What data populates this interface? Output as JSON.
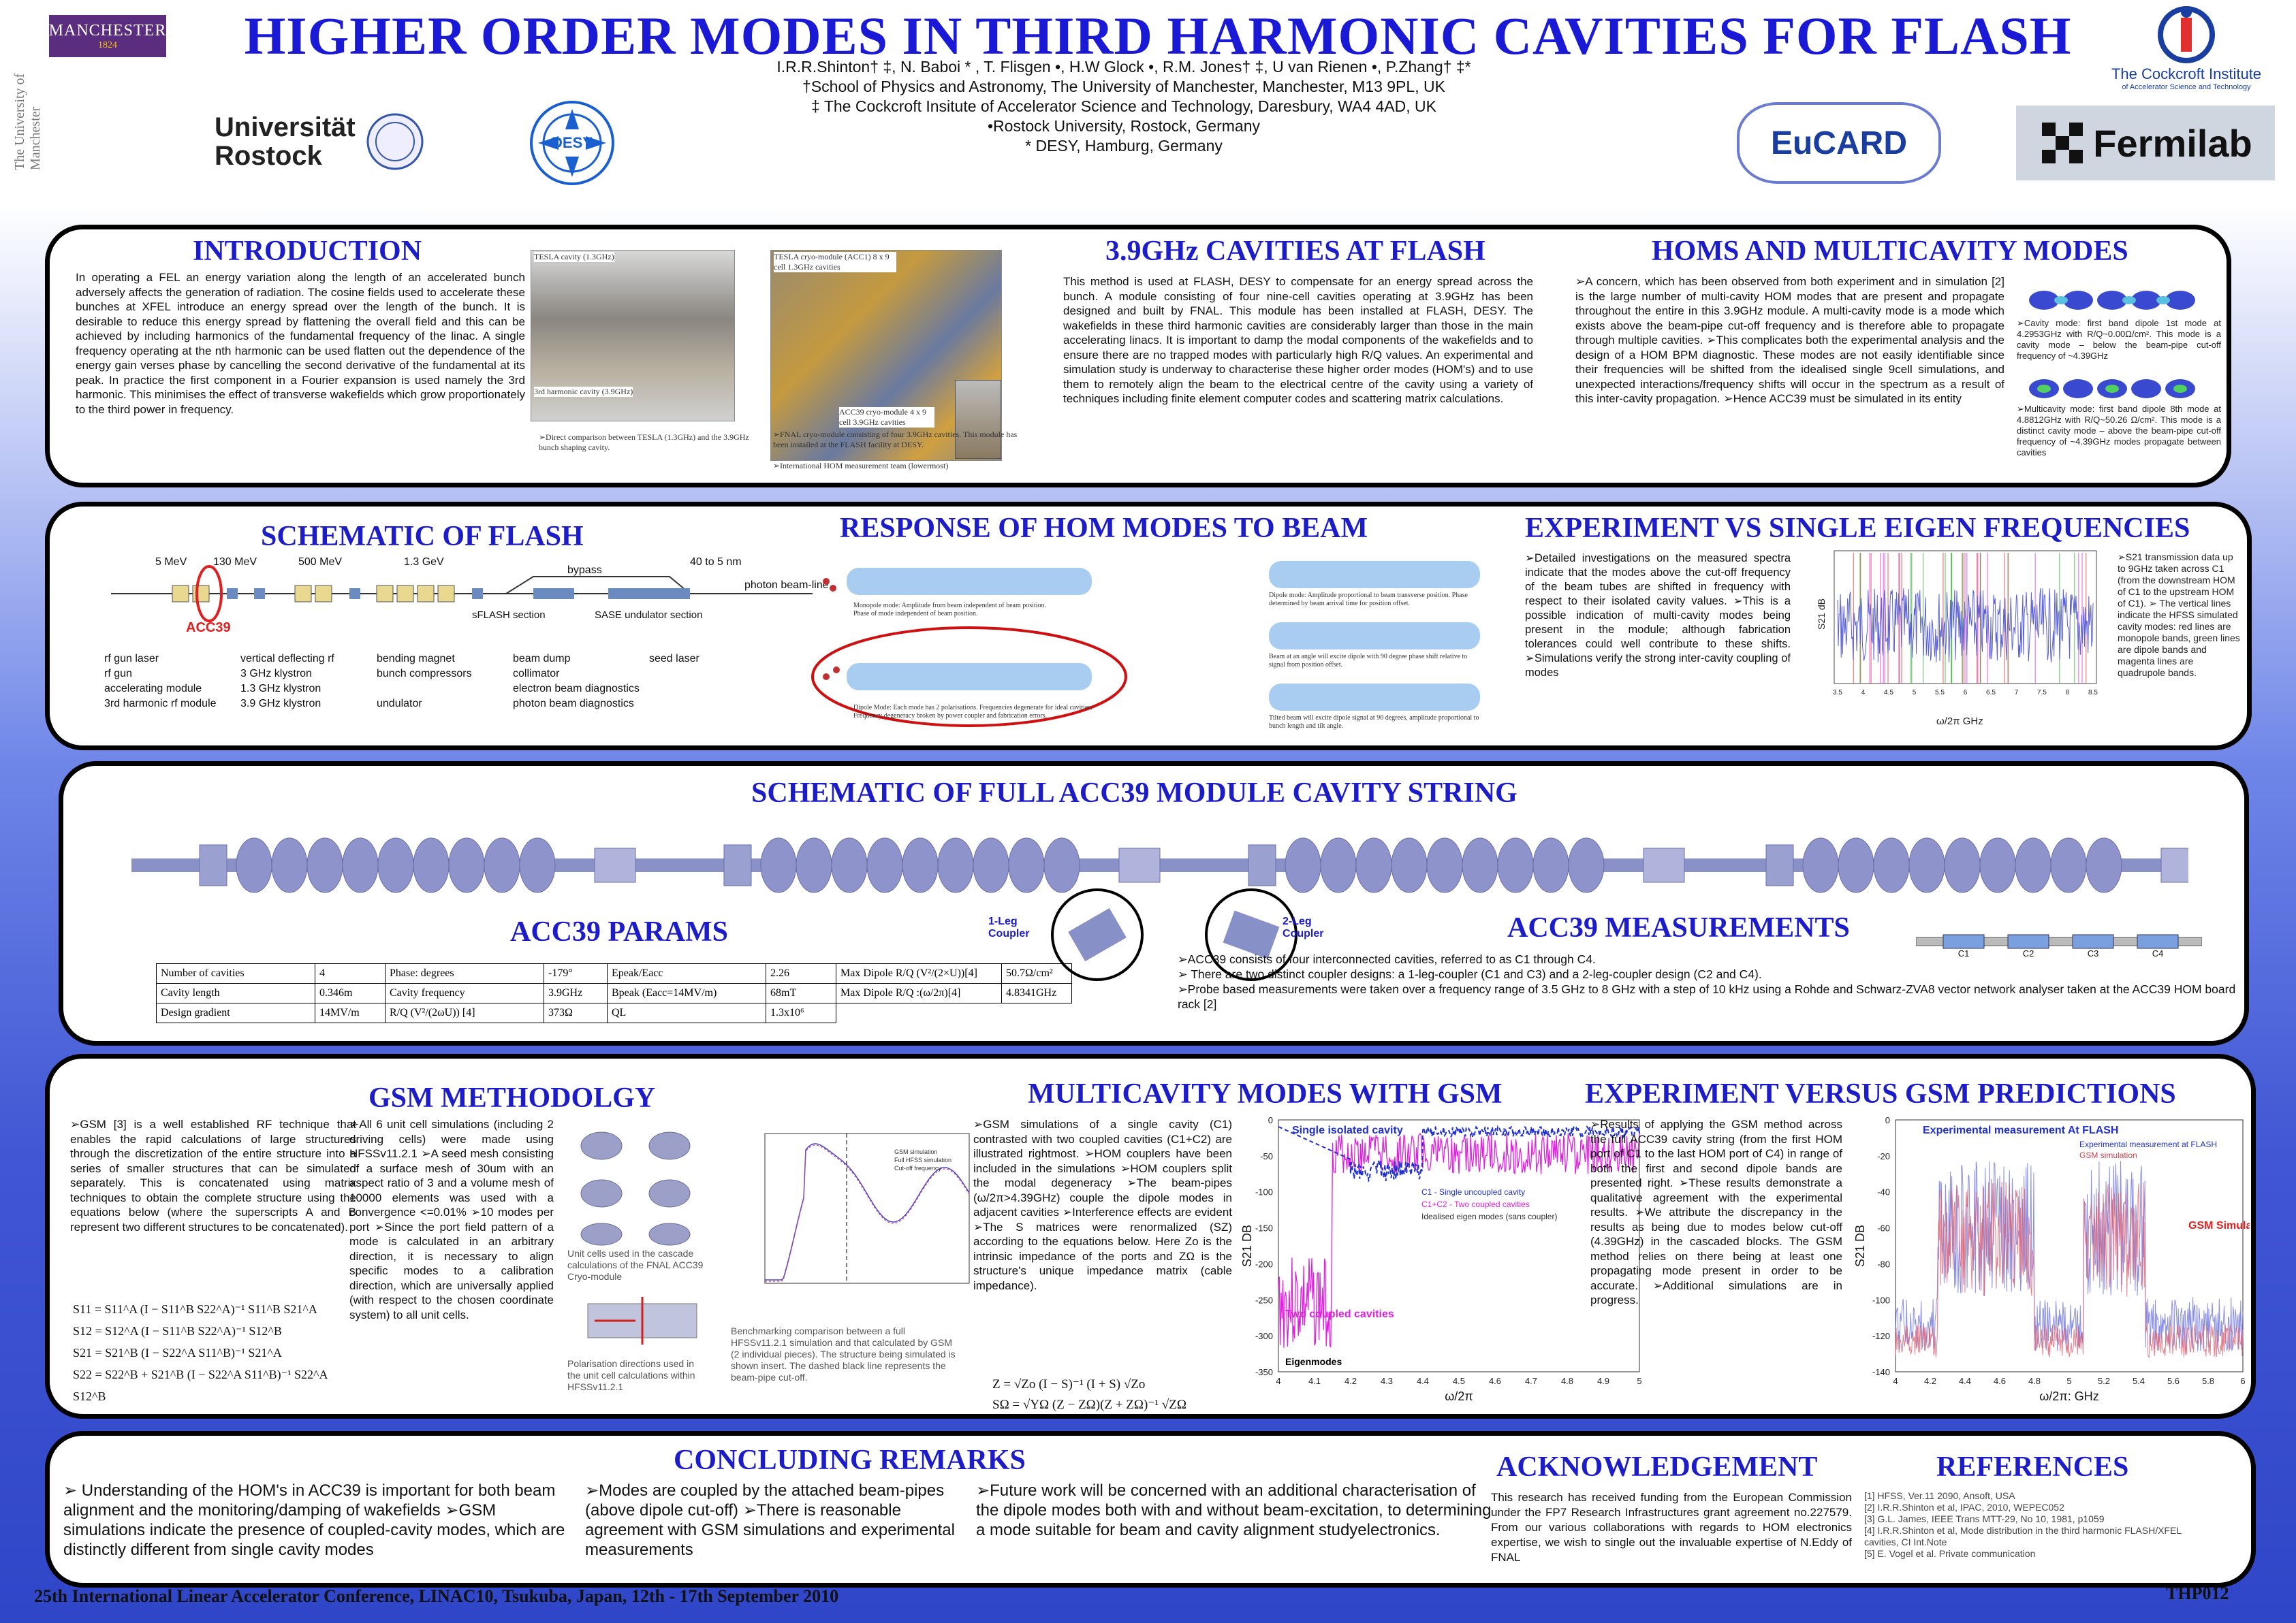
{
  "header": {
    "title": "HIGHER ORDER MODES IN THIRD HARMONIC CAVITIES FOR FLASH",
    "authors": "I.R.R.Shinton† ‡, N. Baboi * , T. Flisgen •, H.W Glock •, R.M. Jones† ‡, U van Rienen •, P.Zhang† ‡*",
    "aff1": "†School of Physics and Astronomy, The University of Manchester, Manchester, M13 9PL, UK",
    "aff2": "‡ The Cockcroft Insitute of Accelerator Science and Technology, Daresbury, WA4 4AD, UK",
    "aff3": "•Rostock University, Rostock, Germany",
    "aff4": "* DESY, Hamburg, Germany",
    "logos": {
      "manchester": "MANCHESTER",
      "manchester_year": "1824",
      "manchester_side": "The University of Manchester",
      "rostock": "Universität Rostock",
      "desy": "DESY",
      "cockcroft": "The Cockcroft Institute",
      "cockcroft_sub": "of Accelerator Science and Technology",
      "eucard": "EuCARD",
      "fermilab": "Fermilab"
    }
  },
  "intro": {
    "heading": "INTRODUCTION",
    "text": "In operating a FEL an energy variation along the length of an accelerated bunch adversely affects the generation of radiation. The cosine fields used to accelerate these bunches at XFEL introduce an energy spread over the length of the bunch. It is desirable to reduce this energy spread by flattening the overall field and this can be achieved by including harmonics of the fundamental frequency of the linac. A single frequency operating at the nth harmonic can be used flatten out the dependence of the energy gain verses phase by cancelling the second derivative of the fundamental at its peak. In practice the first component in a Fourier expansion is used namely the 3rd harmonic. This minimises the effect of transverse wakefields which grow proportionately to the third power in frequency.",
    "photo1_label": "TESLA cavity (1.3GHz)",
    "photo1_label2": "3rd harmonic cavity (3.9GHz)",
    "photo1_caption": "➢Direct comparison between TESLA (1.3GHz) and the 3.9GHz bunch shaping cavity.",
    "photo2_label": "TESLA cryo-module (ACC1) 8 x 9 cell 1.3GHz cavities",
    "photo2_label2": "ACC39 cryo-module 4 x 9 cell 3.9GHz cavities",
    "photo2_caption": "➢FNAL cryo-module consisting of four 3.9GHz cavities. This module has been installed at the FLASH facility at DESY.",
    "photo2_caption2": "➢International HOM measurement team (lowermost)"
  },
  "cav39": {
    "heading": "3.9GHz CAVITIES AT FLASH",
    "text": "This method is used at FLASH, DESY to compensate for an energy spread across the bunch. A module consisting of four nine-cell cavities operating at 3.9GHz has been designed and built by FNAL. This module has been installed at FLASH, DESY. The wakefields in these third harmonic cavities are considerably larger than those in the main accelerating linacs. It is important to damp the modal components of the wakefields and to ensure there are no trapped modes with particularly high R/Q values. An experimental and simulation study is underway to characterise these higher order modes (HOM's) and to use them to remotely align the beam to the electrical centre of the cavity using a variety of techniques including finite element computer codes and scattering matrix calculations."
  },
  "homs": {
    "heading": "HOMS AND MULTICAVITY MODES",
    "text": "➢A concern, which has been observed from both experiment and in simulation [2] is the large number of multi-cavity HOM modes that are present and propagate throughout the entire in this 3.9GHz module. A multi-cavity mode is a mode which exists above the beam-pipe cut-off frequency and is therefore able to propagate through multiple cavities. ➢This complicates both the experimental analysis and the design of a HOM BPM diagnostic. These modes are not easily identifiable since their frequencies will be shifted from the idealised single 9cell simulations, and unexpected interactions/frequency shifts will occur in the spectrum as a result of this inter-cavity propagation. ➢Hence ACC39 must be simulated in its entity",
    "cap1": "➢Cavity mode: first band dipole 1st mode at 4.2953GHz with R/Q~0.00Ω/cm². This mode is a cavity mode – below the beam-pipe cut-off frequency of ~4.39GHz",
    "cap2": "➢Multicavity mode: first band dipole 8th mode at 4.8812GHz with R/Q~50.26 Ω/cm². This mode is a distinct cavity mode – above the beam-pipe cut-off frequency of ~4.39GHz modes propagate between cavities"
  },
  "schematic": {
    "heading": "SCHEMATIC OF FLASH",
    "energies": [
      "5 MeV",
      "130 MeV",
      "500 MeV",
      "1.3 GeV",
      "40 to 5 nm"
    ],
    "labels": {
      "bypass": "bypass",
      "sflash": "sFLASH section",
      "sase": "SASE undulator section",
      "photon": "photon beam-line",
      "acc39": "ACC39"
    },
    "legend": [
      "rf gun laser",
      "vertical deflecting rf",
      "bending magnet",
      "beam dump",
      "seed laser",
      "rf gun",
      "3 GHz klystron",
      "bunch compressors",
      "collimator",
      "",
      "accelerating module",
      "1.3 GHz klystron",
      "",
      "electron beam diagnostics",
      "",
      "3rd harmonic rf module",
      "3.9 GHz klystron",
      "undulator",
      "photon beam diagnostics",
      ""
    ]
  },
  "response": {
    "heading": "RESPONSE OF HOM MODES TO BEAM",
    "notes": [
      "Monopole mode: Amplitude from beam independent of beam position. Phase of mode independent of beam position.",
      "Dipole Mode: Each mode has 2 polarisations. Frequencies degenerate for ideal cavities. Frequency degeneracy broken by power coupler and fabrication errors.",
      "Dipole mode: Amplitude proportional to beam transverse position. Phase determined by beam arrival time for position offset.",
      "Beam at an angle will excite dipole with 90 degree phase shift relative to signal from position offset.",
      "Tilted beam will excite dipole signal at 90 degrees, amplitude proportional to bunch length and tilt angle."
    ]
  },
  "expeigen": {
    "heading": "EXPERIMENT VS SINGLE EIGEN FREQUENCIES",
    "text": "➢Detailed investigations on the measured spectra indicate that the modes above the cut-off frequency of the beam tubes are shifted in frequency with respect to their isolated cavity values. ➢This is a possible indication of multi-cavity modes being present in the module; although fabrication tolerances could well contribute to these shifts. ➢Simulations verify the strong inter-cavity coupling of modes",
    "caption": "➢S21 transmission data up to 9GHz taken across C1 (from the downstream HOM of C1 to the upstream HOM of C1). ➢ The vertical lines indicate the HFSS simulated cavity modes: red lines are monopole bands, green lines are dipole bands and magenta lines are quadrupole bands.",
    "xlabel": "ω/2π GHz",
    "ylabel": "S21 dB",
    "xticks": [
      "3.5",
      "4",
      "4.5",
      "5",
      "5.5",
      "6",
      "6.5",
      "7",
      "7.5",
      "8",
      "8.5"
    ]
  },
  "string": {
    "heading": "SCHEMATIC OF FULL ACC39 MODULE CAVITY STRING",
    "coupler1": "1-Leg Coupler",
    "coupler2": "2-Leg Coupler"
  },
  "params": {
    "heading": "ACC39 PARAMS",
    "rows": [
      [
        "Number of cavities",
        "4",
        "Phase: degrees",
        "-179°",
        "Epeak/Eacc",
        "2.26",
        "Max Dipole R/Q (V²/(2×U))[4]",
        "50.7Ω/cm²"
      ],
      [
        "Cavity length",
        "0.346m",
        "Cavity frequency",
        "3.9GHz",
        "Bpeak (Eacc=14MV/m)",
        "68mT",
        "Max Dipole R/Q :(ω/2π)[4]",
        "4.8341GHz"
      ],
      [
        "Design gradient",
        "14MV/m",
        "R/Q (V²/(2ωU)) [4]",
        "373Ω",
        "QL",
        "1.3x10⁶",
        "",
        ""
      ]
    ]
  },
  "meas": {
    "heading": "ACC39 MEASUREMENTS",
    "b1": "➢ACC39 consists of four interconnected cavities, referred to as C1 through C4.",
    "b2": "➢ There are two distinct coupler designs: a 1-leg-coupler (C1 and C3) and a 2-leg-coupler design (C2 and C4).",
    "b3": "➢Probe based measurements were taken over a frequency range of 3.5 GHz to 8 GHz with a step of 10 kHz using a Rohde and Schwarz-ZVA8 vector network analyser taken at the ACC39 HOM board rack [2]",
    "cavs": [
      "C1",
      "C2",
      "C3",
      "C4"
    ]
  },
  "gsm": {
    "heading": "GSM METHODOLGY",
    "col1": "➢GSM [3] is a well established RF technique that enables the rapid calculations of large structures through the discretization of the entire structure into a series of smaller structures that can be simulated separately. This is concatenated using matrix techniques to obtain the complete structure using the equations below (where the superscripts A and B represent two different structures to be concatenated).",
    "eqs": [
      "S11 = S11^A (I − S11^B S22^A)⁻¹ S11^B S21^A",
      "S12 = S12^A (I − S11^B S22^A)⁻¹ S12^B",
      "S21 = S21^B (I − S22^A S11^B)⁻¹ S21^A",
      "S22 = S22^B + S21^B (I − S22^A S11^B)⁻¹ S22^A S12^B"
    ],
    "col2": "➢All 6 unit cell simulations (including 2 driving cells) were made using HFSSv11.2.1 ➢A seed mesh consisting of a surface mesh of 30um with an aspect ratio of 3 and a volume mesh of 10000 elements was used with a convergence <=0.01% ➢10 modes per port ➢Since the port field pattern of a mode is calculated in an arbitrary direction, it is necessary to align specific modes to a calibration direction, which are universally applied (with respect to the chosen coordinate system) to all unit cells.",
    "cap_cells": "Unit cells used in the cascade calculations of the FNAL ACC39 Cryo-module",
    "cap_pol": "Polarisation directions used in the unit cell calculations within HFSSv11.2.1",
    "cap_bench": "Benchmarking comparison between a full HFSSv11.2.1 simulation and that calculated by GSM (2 individual pieces). The structure being simulated is shown insert. The dashed black line represents the beam-pipe cut-off.",
    "bench_legend": [
      "GSM simulation",
      "Full HFSS simulation",
      "Cut-off frequency"
    ]
  },
  "multigsm": {
    "heading": "MULTICAVITY MODES WITH GSM",
    "text": "➢GSM simulations of a single cavity (C1) contrasted with two coupled cavities (C1+C2) are illustrated rightmost. ➢HOM couplers have been included in the simulations ➢HOM couplers split the modal degeneracy ➢The beam-pipes (ω/2π>4.39GHz) couple the dipole modes in adjacent cavities ➢Interference effects are evident ➢The S matrices were renormalized (SZ) according to the equations below. Here Zo is the intrinsic impedance of the ports and ZΩ is the structure's unique impedance matrix (cable impedance).",
    "eq1": "Z = √Zo (I − S)⁻¹ (I + S) √Zo",
    "eq2": "SΩ = √YΩ (Z − ZΩ)(Z + ZΩ)⁻¹ √ZΩ"
  },
  "multichart": {
    "ann_single": "Single isolated cavity",
    "ann_two": "Two coupled cavities",
    "ann_eigen": "Eigenmodes",
    "legend": [
      "C1 - Single uncoupled cavity",
      "C1+C2 - Two coupled cavities",
      "Idealised eigen modes (sans coupler)"
    ],
    "xlabel": "ω/2π",
    "ylabel": "S21 DB"
  },
  "expgsm": {
    "heading": "EXPERIMENT VERSUS GSM PREDICTIONS",
    "text": "➢Results of applying the GSM method across the full ACC39 cavity string (from the first HOM port of C1 to the last HOM port of C4) in range of both the first and second dipole bands are presented right. ➢These results demonstrate a qualitative agreement with the experimental results. ➢We attribute the discrepancy in the results as being due to modes below cut-off (4.39GHz) in the cascaded blocks. The GSM method relies on there being at least one propagating mode present in order to be accurate. ➢Additional simulations are in progress."
  },
  "gsmchart": {
    "ann_exp": "Experimental measurement At FLASH",
    "ann_gsm": "GSM Simulation",
    "legend": [
      "Experimental measurement at FLASH",
      "GSM simulation"
    ],
    "xlabel": "ω/2π: GHz",
    "ylabel": "S21 DB"
  },
  "concl": {
    "heading": "CONCLUDING REMARKS",
    "c1": "➢ Understanding of the HOM's in ACC39 is important for both beam alignment and the monitoring/damping of wakefields ➢GSM simulations indicate the presence of coupled-cavity modes, which are distinctly different from single cavity modes",
    "c2": "➢Modes are coupled by the attached beam-pipes (above dipole cut-off) ➢There is reasonable agreement with GSM simulations and experimental measurements",
    "c3": "➢Future work will be concerned with an additional characterisation of the dipole modes both with and without beam-excitation, to determining a mode suitable for beam and cavity alignment studyelectronics."
  },
  "ack": {
    "heading": "ACKNOWLEDGEMENT",
    "text": "This research has received funding from the European Commission under the FP7 Research Infrastructures grant agreement no.227579. From our various collaborations with regards to HOM electronics expertise, we wish to single out the invaluable expertise of N.Eddy of FNAL"
  },
  "refs": {
    "heading": "REFERENCES",
    "items": [
      "[1] HFSS, Ver.11 2090, Ansoft, USA",
      "[2] I.R.R.Shinton et al, IPAC, 2010, WEPEC052",
      "[3] G.L. James, IEEE Trans MTT-29, No 10, 1981, p1059",
      "[4] I.R.R.Shinton et al, Mode distribution in the third harmonic FLASH/XFEL cavities, CI Int.Note",
      "[5] E. Vogel et al. Private communication"
    ]
  },
  "footer": {
    "conf": "25th International Linear Accelerator Conference, LINAC10, Tsukuba, Japan, 12th - 17th September 2010",
    "code": "THP012"
  },
  "colors": {
    "heading": "#1c1cc8",
    "title": "#1a1ad6",
    "red": "#e02020",
    "magenta": "#e020e0",
    "blue": "#2030d0"
  }
}
